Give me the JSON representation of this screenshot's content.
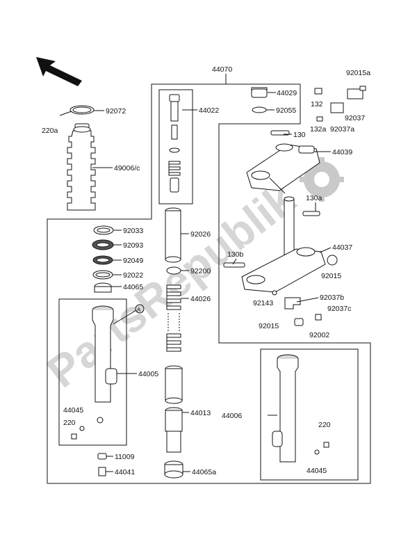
{
  "watermark": "PartsRepublik",
  "labels": {
    "l44070": "44070",
    "l92072": "92072",
    "l220a": "220a",
    "l49006c": "49006/c",
    "l44022": "44022",
    "l44029": "44029",
    "l92055": "92055",
    "l92015a": "92015a",
    "l132": "132",
    "l92037": "92037",
    "l132a": "132a",
    "l92037a": "92037a",
    "l130": "130",
    "l44039": "44039",
    "l130a": "130a",
    "l92033": "92033",
    "l92093": "92093",
    "l92049": "92049",
    "l92022": "92022",
    "l44065": "44065",
    "l92026": "92026",
    "l92200": "92200",
    "l44026": "44026",
    "l130b": "130b",
    "l44037": "44037",
    "l92015": "92015",
    "l92143": "92143",
    "l92037b": "92037b",
    "l92037c": "92037c",
    "l92015b": "92015",
    "l92002": "92002",
    "l44005": "44005",
    "l44045": "44045",
    "l220": "220",
    "l44013": "44013",
    "l44006": "44006",
    "l220b": "220",
    "l44045b": "44045",
    "l11009": "11009",
    "l44041": "44041",
    "l44065a": "44065a",
    "callout_a": "A"
  },
  "colors": {
    "line": "#111111",
    "watermark": "#c4c4c4"
  },
  "icons": [
    "direction-arrow-icon",
    "gear-logo-icon"
  ]
}
